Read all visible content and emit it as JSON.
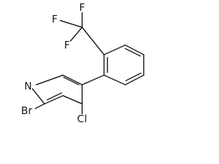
{
  "structure": {
    "atom_labels": {
      "nitrogen": "N",
      "bromine": "Br",
      "chlorine": "Cl",
      "fluorine_1": "F",
      "fluorine_2": "F",
      "fluorine_3": "F"
    }
  }
}
